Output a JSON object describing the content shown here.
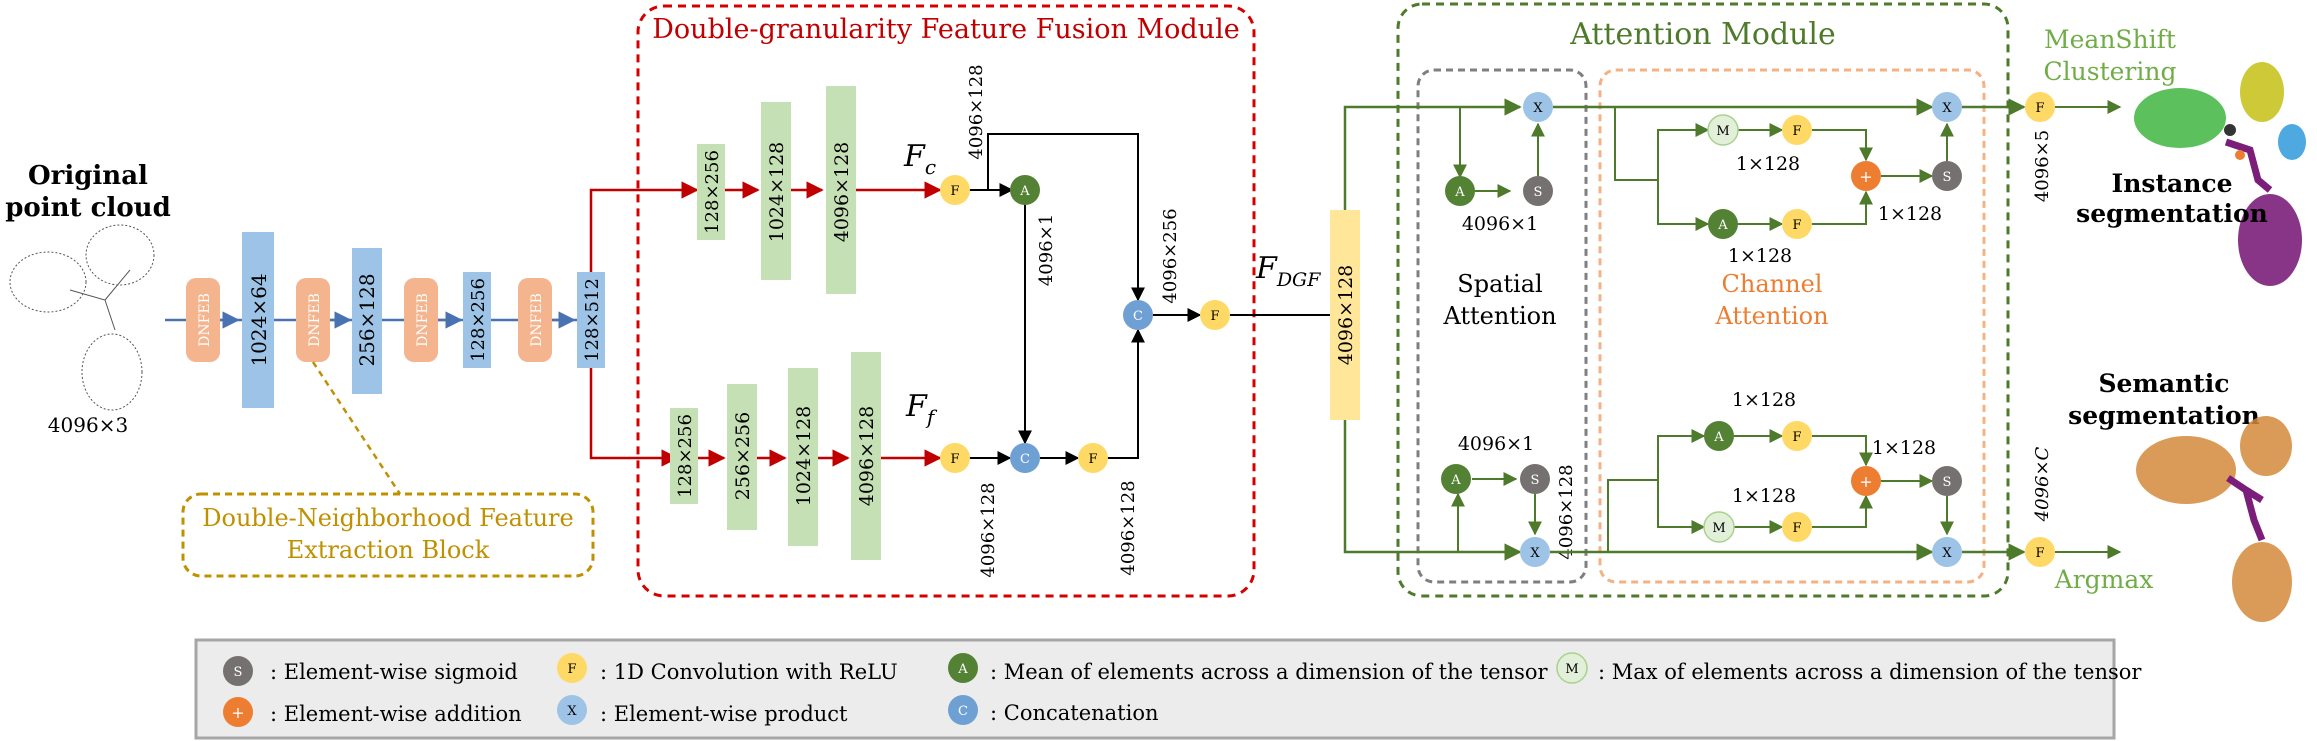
{
  "original": {
    "title_line1": "Original",
    "title_line2": "point cloud",
    "size": "4096×3"
  },
  "encoder": {
    "dnfeb_label": "DNFEB",
    "blocks": [
      "1024×64",
      "256×128",
      "128×256",
      "128×512"
    ],
    "callout_line1": "Double-Neighborhood Feature",
    "callout_line2": "Extraction Block"
  },
  "dgf": {
    "title": "Double-granularity Feature Fusion Module",
    "coarse_blocks": [
      "128×256",
      "1024×128",
      "4096×128"
    ],
    "fine_blocks": [
      "128×256",
      "256×256",
      "1024×128",
      "4096×128"
    ],
    "fc_label": "F",
    "fc_sub": "c",
    "ff_label": "F",
    "ff_sub": "f",
    "dim_fc_out": "4096×128",
    "dim_mean": "4096×1",
    "dim_ff_out": "4096×128",
    "dim_concat_out": "4096×128",
    "dim_final": "4096×256",
    "fdgf_label": "F",
    "fdgf_sub": "DGF",
    "fdgf_block": "4096×128"
  },
  "attention": {
    "title": "Attention Module",
    "spatial_line1": "Spatial",
    "spatial_line2": "Attention",
    "channel_line1": "Channel",
    "channel_line2": "Attention",
    "dim_top_mean": "4096×1",
    "dim_bottom_mean": "4096×1",
    "dim_bottom_side": "4096×128",
    "dim_ch_top_max": "1×128",
    "dim_ch_top_mean": "1×128",
    "dim_ch_top_add": "1×128",
    "dim_ch_bot_mean": "1×128",
    "dim_ch_bot_max": "1×128",
    "dim_ch_bot_add": "1×128",
    "dim_out_top": "4096×5",
    "dim_out_bottom": "4096×C"
  },
  "outputs": {
    "meanshift_line1": "MeanShift",
    "meanshift_line2": "Clustering",
    "instance_line1": "Instance",
    "instance_line2": "segmentation",
    "semantic_line1": "Semantic",
    "semantic_line2": "segmentation",
    "argmax": "Argmax"
  },
  "ops": {
    "S": "S",
    "F": "F",
    "A": "A",
    "M": "M",
    "X": "X",
    "C": "C",
    "plus": "+"
  },
  "legend": {
    "sigmoid": ": Element-wise sigmoid",
    "conv": ": 1D Convolution with ReLU",
    "mean": ": Mean of elements across a dimension of the tensor",
    "max": ": Max of elements across a dimension of the tensor",
    "addition": ": Element-wise addition",
    "product": ": Element-wise product",
    "concat": ": Concatenation"
  },
  "colors": {
    "encoder_arrow": "#4a72b0",
    "dgf_arrow": "#c00000",
    "attention_arrow": "#4e7a2c",
    "dnfeb_fill": "#f3b48e",
    "feature_blue": "#9dc3e6",
    "feature_green": "#c5e0b4",
    "feature_yellow": "#ffe699",
    "op_yellow": "#ffd966",
    "op_green": "#548235",
    "op_gray": "#767171",
    "op_orange": "#ed7d31",
    "op_lightgreen": "#e2f0d9",
    "op_blue": "#9dc3e6",
    "op_concat": "#6fa0d4",
    "dgf_border": "#d40000",
    "attention_border": "#4e7a2c",
    "spatial_border": "#7f7f7f",
    "channel_border": "#f4b183",
    "callout_border": "#bf9000",
    "instance_purple": "#7b1e7a",
    "instance_green": "#3fb640",
    "instance_yellow": "#c9c421",
    "instance_blue": "#3aa0dc",
    "semantic_orange": "#d48a3c"
  }
}
